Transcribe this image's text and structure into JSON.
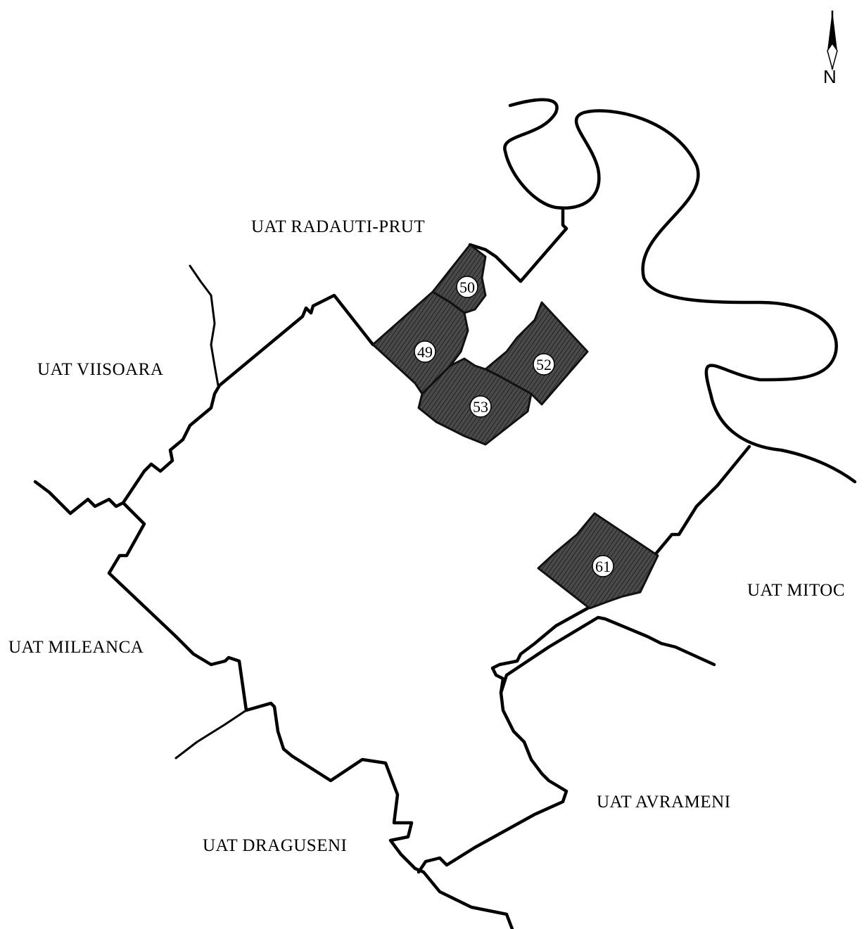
{
  "map": {
    "colors": {
      "boundary": "#000000",
      "parcel_fill": "#444444",
      "background": "#ffffff"
    },
    "north_arrow": {
      "icon": "north-arrow-icon",
      "letter": "N"
    },
    "neighbors": [
      {
        "id": "radauti-prut",
        "label": "UAT RADAUTI-PRUT"
      },
      {
        "id": "viisoara",
        "label": "UAT VIISOARA"
      },
      {
        "id": "mileanca",
        "label": "UAT MILEANCA"
      },
      {
        "id": "dragoseni",
        "label": "UAT DRAGUSENI"
      },
      {
        "id": "avrameni",
        "label": "UAT AVRAMENI"
      },
      {
        "id": "mitoc",
        "label": "UAT MITOC"
      }
    ],
    "parcels": [
      {
        "id": "p49",
        "number": "49"
      },
      {
        "id": "p50",
        "number": "50"
      },
      {
        "id": "p52",
        "number": "52"
      },
      {
        "id": "p53",
        "number": "53"
      },
      {
        "id": "p61",
        "number": "61"
      }
    ]
  }
}
